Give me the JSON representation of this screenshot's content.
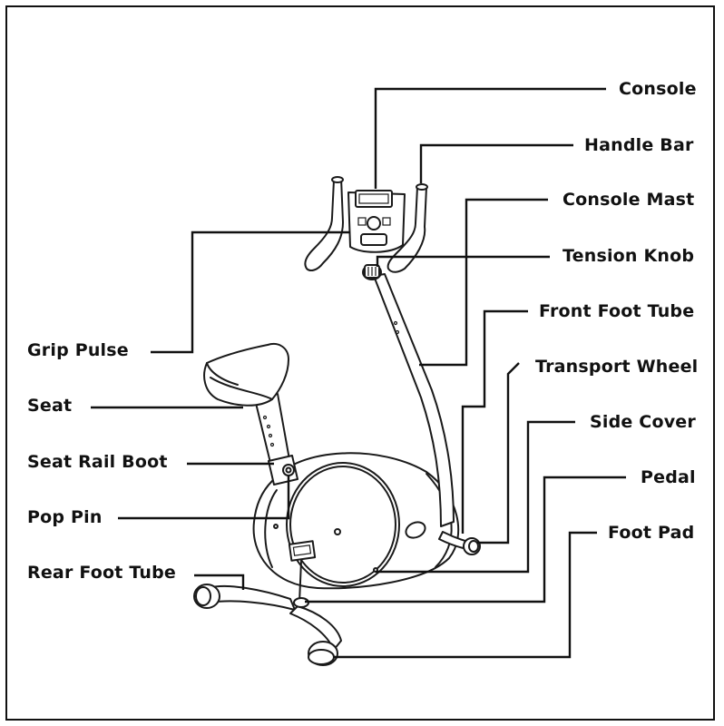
{
  "labels": {
    "console": "Console",
    "handle_bar": "Handle Bar",
    "console_mast": "Console Mast",
    "tension_knob": "Tension Knob",
    "front_foot_tube": "Front Foot Tube",
    "transport_wheel": "Transport Wheel",
    "side_cover": "Side Cover",
    "pedal": "Pedal",
    "foot_pad": "Foot Pad",
    "grip_pulse": "Grip Pulse",
    "seat": "Seat",
    "seat_rail_boot": "Seat Rail Boot",
    "pop_pin": "Pop Pin",
    "rear_foot_tube": "Rear Foot Tube"
  }
}
